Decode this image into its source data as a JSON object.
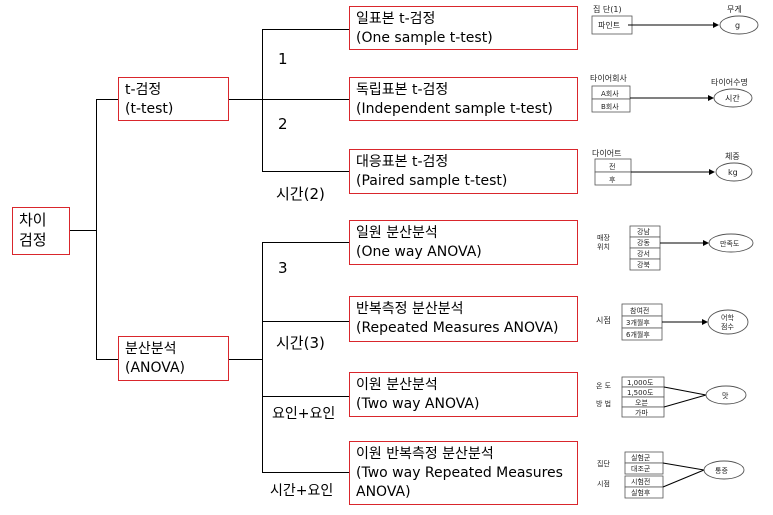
{
  "root": {
    "line1": "차이",
    "line2": "검정"
  },
  "level1": {
    "ttest": {
      "line1": "t-검정",
      "line2": "(t-test)"
    },
    "anova": {
      "line1": "분산분석",
      "line2": "(ANOVA)"
    }
  },
  "branch_labels": {
    "one": "1",
    "two": "2",
    "time2": "시간(2)",
    "three": "3",
    "time3": "시간(3)",
    "factor_factor": "요인+요인",
    "time_factor": "시간+요인"
  },
  "methods": {
    "m1": {
      "line1": "일표본 t-검정",
      "line2": "(One sample t-test)"
    },
    "m2": {
      "line1": "독립표본 t-검정",
      "line2": "(Independent sample t-test)"
    },
    "m3": {
      "line1": "대응표본 t-검정",
      "line2": "(Paired sample t-test)"
    },
    "m4": {
      "line1": "일원 분산분석",
      "line2": "(One way ANOVA)"
    },
    "m5": {
      "line1": "반복측정 분산분석",
      "line2": "(Repeated Measures ANOVA)"
    },
    "m6": {
      "line1": "이원 분산분석",
      "line2": "(Two way ANOVA)"
    },
    "m7": {
      "line1": "이원 반복측정 분산분석",
      "line2": "(Two way Repeated Measures",
      "line3": "ANOVA)"
    }
  },
  "examples": {
    "e1": {
      "group_header": "집 단(1)",
      "cell": "파인트",
      "var_label": "무게",
      "result": "g"
    },
    "e2": {
      "group_header": "타이어회사",
      "cells": [
        "A회사",
        "B회사"
      ],
      "var_label": "타이어수명",
      "result": "시간"
    },
    "e3": {
      "group_header": "다이어트",
      "cells": [
        "전",
        "후"
      ],
      "var_label": "체중",
      "result": "kg"
    },
    "e4": {
      "side_label_1": "매장",
      "side_label_2": "위치",
      "cells": [
        "강남",
        "강동",
        "강서",
        "강북"
      ],
      "result": "만족도"
    },
    "e5": {
      "side_label": "시점",
      "cells": [
        "참여전",
        "3개월후",
        "6개월후"
      ],
      "result_1": "어학",
      "result_2": "점수"
    },
    "e6": {
      "side_labels": [
        "온 도",
        "방 법"
      ],
      "cells_a": [
        "1,000도",
        "1,500도"
      ],
      "cells_b": [
        "오븐",
        "가마"
      ],
      "result": "맛"
    },
    "e7": {
      "side_labels": [
        "집단",
        "시점"
      ],
      "cells_a": [
        "실험군",
        "대조군"
      ],
      "cells_b": [
        "시험전",
        "실험후"
      ],
      "result": "통증"
    }
  }
}
